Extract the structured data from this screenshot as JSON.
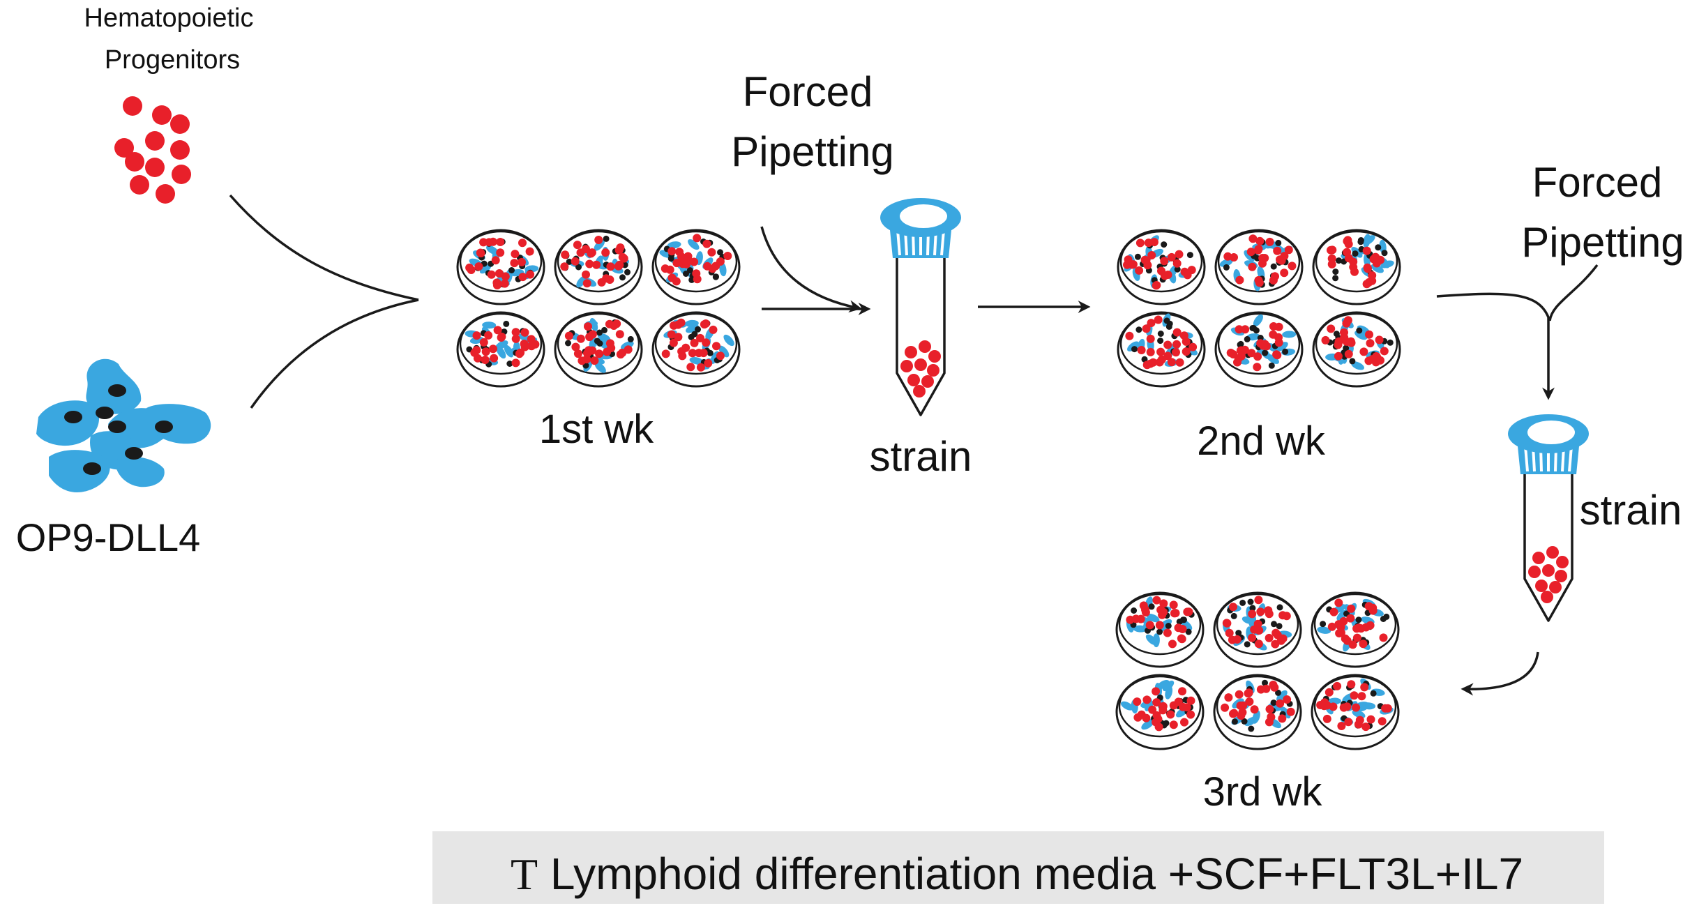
{
  "labels": {
    "progenitors_line1": "Hematopoietic",
    "progenitors_line2": "Progenitors",
    "stroma": "OP9-DLL4",
    "forced_pipetting_1_line1": "Forced",
    "forced_pipetting_1_line2": "Pipetting",
    "forced_pipetting_2_line1": "Forced",
    "forced_pipetting_2_line2": "Pipetting",
    "week1": "1st wk",
    "week2": "2nd wk",
    "week3": "3rd wk",
    "strain_1": "strain",
    "strain_2": "strain",
    "media_prefix": "T",
    "media_text": " Lymphoid differentiation media +SCF+FLT3L+IL7"
  },
  "colors": {
    "progenitor_red": "#e8202a",
    "stromal_blue": "#3aa7e0",
    "nucleus_black": "#1a1a1a",
    "outline": "#1a1a1a",
    "banner_gray": "#e6e6e6"
  },
  "icons": {
    "progenitors": "red-cell-cluster-icon",
    "stroma": "stromal-cell-cluster-icon",
    "plate": "six-well-plate-icon",
    "tube": "cell-strainer-tube-icon"
  }
}
